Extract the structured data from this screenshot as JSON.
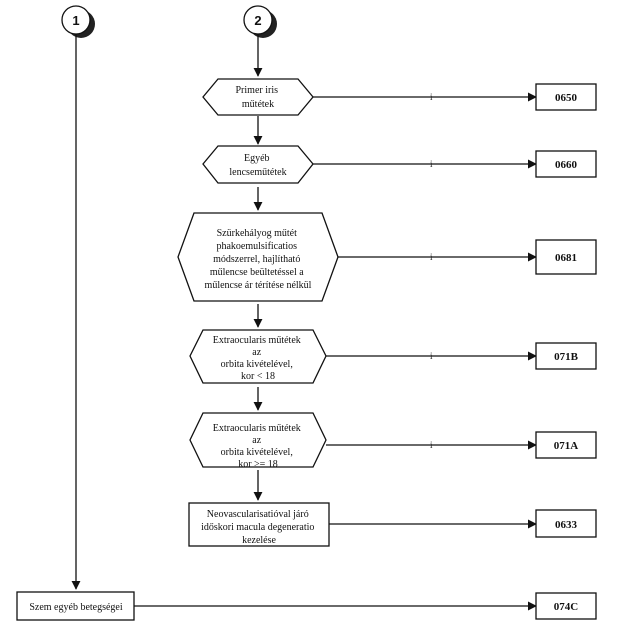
{
  "connectors": [
    {
      "id": "c1",
      "label": "1"
    },
    {
      "id": "c2",
      "label": "2"
    }
  ],
  "nodes": [
    {
      "id": "n1",
      "shape": "hexagon",
      "lines": [
        "Primer iris",
        "műtétek"
      ]
    },
    {
      "id": "n2",
      "shape": "hexagon",
      "lines": [
        "Egyéb",
        "lencseműtétek"
      ]
    },
    {
      "id": "n3",
      "shape": "hexagon",
      "lines": [
        "Szürkehályog műtét",
        "phakoemulsificatios",
        "módszerrel, hajlítható",
        "műlencse beültetéssel a",
        "műlencse ár térítése nélkül"
      ]
    },
    {
      "id": "n4",
      "shape": "hexagon",
      "lines": [
        "Extraocularis műtétek",
        "az",
        "orbita  kivételével,",
        "kor < 18"
      ]
    },
    {
      "id": "n5",
      "shape": "hexagon",
      "lines": [
        "Extraocularis műtétek",
        "az",
        "orbita  kivételével,",
        "kor >= 18"
      ]
    },
    {
      "id": "n6",
      "shape": "rect",
      "lines": [
        "Neovascularisatióval járó",
        "időskori macula degeneratio",
        "kezelése"
      ]
    },
    {
      "id": "n7",
      "shape": "rect",
      "lines": [
        "Szem egyéb betegségei"
      ]
    }
  ],
  "codes": [
    {
      "id": "k1",
      "label": "0650"
    },
    {
      "id": "k2",
      "label": "0660"
    },
    {
      "id": "k3",
      "label": "0681"
    },
    {
      "id": "k4",
      "label": "071B"
    },
    {
      "id": "k5",
      "label": "071A"
    },
    {
      "id": "k6",
      "label": "0633"
    },
    {
      "id": "k7",
      "label": "074C"
    }
  ],
  "edge_label": "i"
}
